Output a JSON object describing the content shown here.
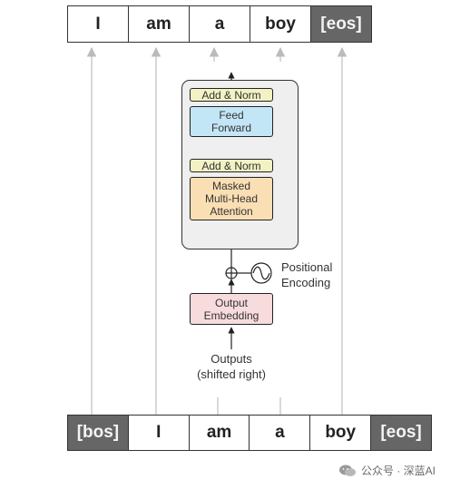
{
  "diagram": {
    "top_tokens": [
      {
        "label": "I",
        "special": false
      },
      {
        "label": "am",
        "special": false
      },
      {
        "label": "a",
        "special": false
      },
      {
        "label": "boy",
        "special": false
      },
      {
        "label": "[eos]",
        "special": true
      }
    ],
    "bottom_tokens": [
      {
        "label": "[bos]",
        "special": true
      },
      {
        "label": "I",
        "special": false
      },
      {
        "label": "am",
        "special": false
      },
      {
        "label": "a",
        "special": false
      },
      {
        "label": "boy",
        "special": false
      },
      {
        "label": "[eos]",
        "special": true
      }
    ],
    "decoder": {
      "add_norm_top": "Add & Norm",
      "feed_forward": "Feed\nForward",
      "add_norm_mid": "Add & Norm",
      "masked_attention": "Masked\nMulti-Head\nAttention"
    },
    "positional_encoding_label": "Positional\nEncoding",
    "output_embedding": "Output\nEmbedding",
    "outputs_label": "Outputs\n(shifted right)"
  },
  "watermark": {
    "text": "公众号 · 深蓝AI",
    "icon": "wechat-icon"
  },
  "colors": {
    "special_token_bg": "#666666",
    "add_norm": "#f2f2c4",
    "feed_forward": "#c3e6f7",
    "masked_attention": "#fbdfb4",
    "output_embedding": "#f8dbdd",
    "decoder_frame": "#efefef",
    "connector_gray": "#cccccc"
  }
}
